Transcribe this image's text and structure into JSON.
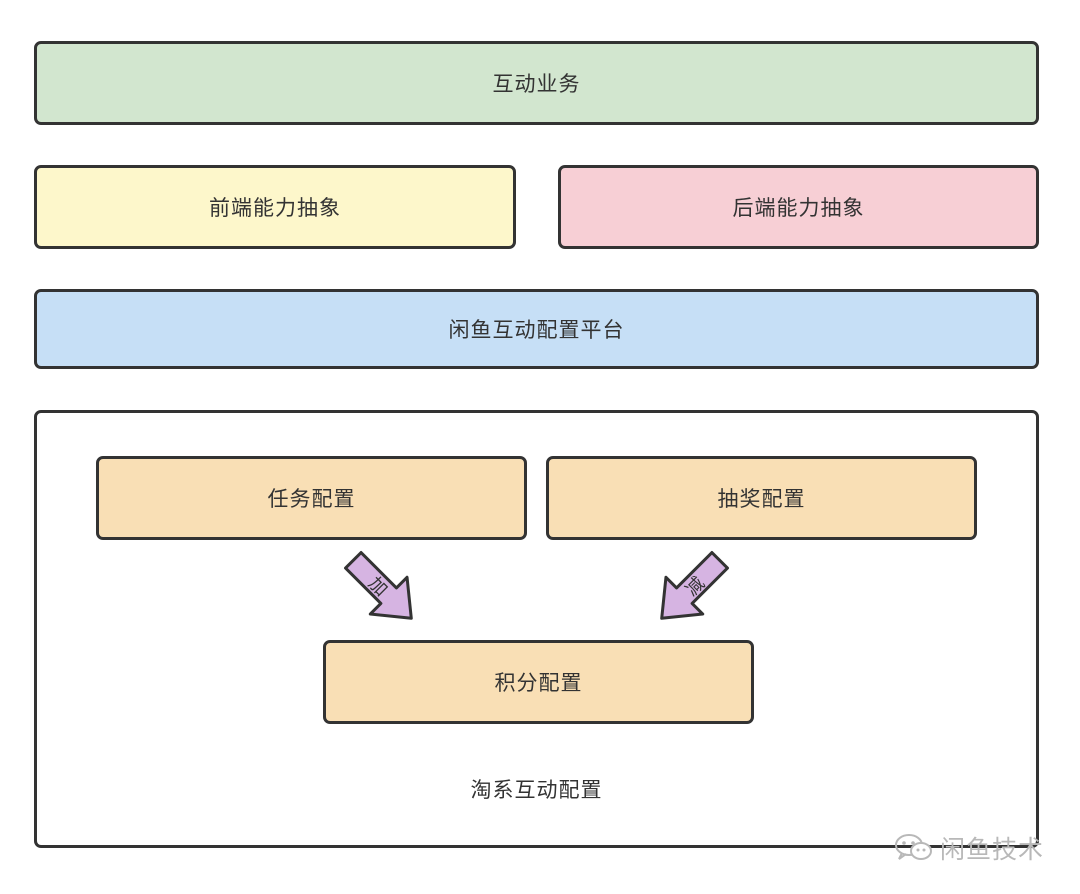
{
  "colors": {
    "border": "#333333",
    "interactive_business_fill": "#d2e6cf",
    "frontend_fill": "#fdf7cb",
    "backend_fill": "#f7cfd5",
    "platform_fill": "#c6dff6",
    "config_fill": "#f9dfb5",
    "arrow_fill": "#d6b4e2"
  },
  "layers": {
    "interactive_business": "互动业务",
    "frontend_abstraction": "前端能力抽象",
    "backend_abstraction": "后端能力抽象",
    "config_platform": "闲鱼互动配置平台"
  },
  "taoxi": {
    "label": "淘系互动配置",
    "task_config": "任务配置",
    "lottery_config": "抽奖配置",
    "points_config": "积分配置",
    "add_arrow_label": "加",
    "subtract_arrow_label": "减"
  },
  "watermark": {
    "text": "闲鱼技术",
    "icon": "wechat-icon"
  }
}
